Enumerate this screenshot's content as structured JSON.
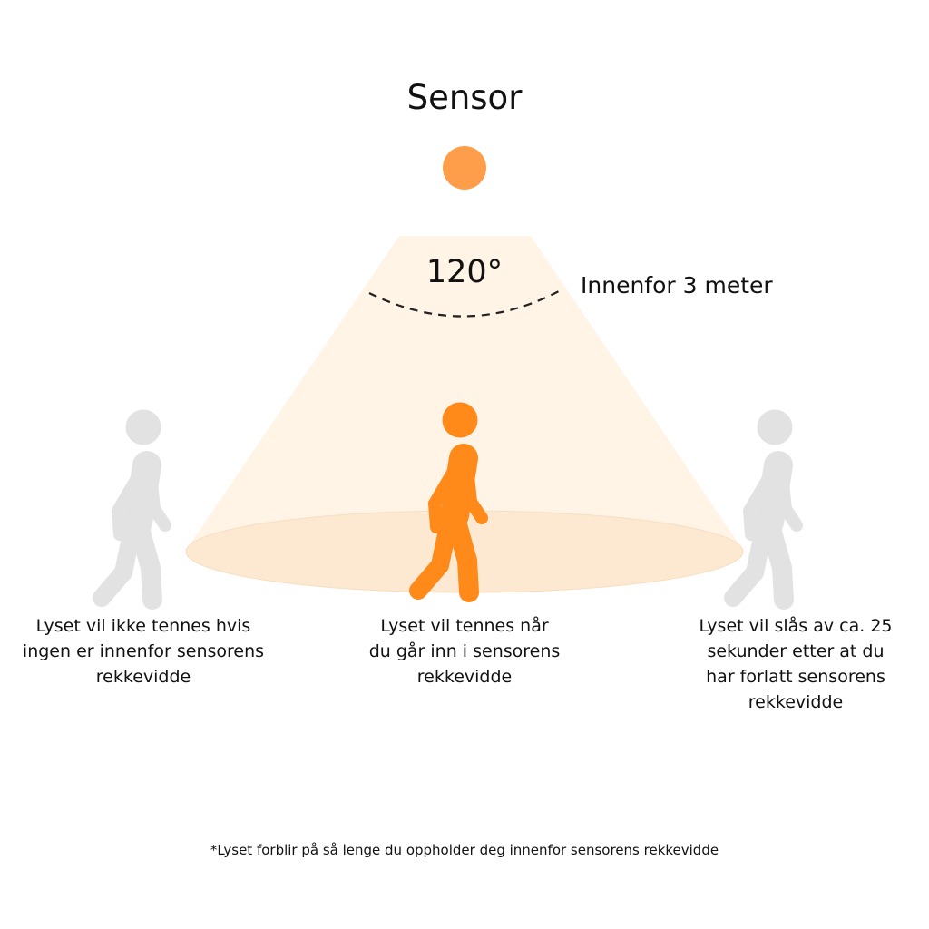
{
  "title": "Sensor",
  "angle_label": "120°",
  "range_label": "Innenfor 3 meter",
  "captions": {
    "left": "Lyset vil ikke tennes hvis\ningen er innenfor sensorens\nrekkevidde",
    "center": "Lyset vil tennes når\ndu går inn i sensorens\nrekkevidde",
    "right": "Lyset vil slås av ca. 25\nsekunder etter at du\nhar forlatt sensorens\nrekkevidde"
  },
  "footnote": "*Lyset forblir på så lenge du oppholder deg innenfor sensorens rekkevidde",
  "colors": {
    "sensor": "#FF9E4A",
    "cone": "#FFF4E6",
    "floor": "#FDE9D2",
    "person_active": "#FF8A1A",
    "person_inactive": "#E2E2E2",
    "dash": "#222222"
  }
}
